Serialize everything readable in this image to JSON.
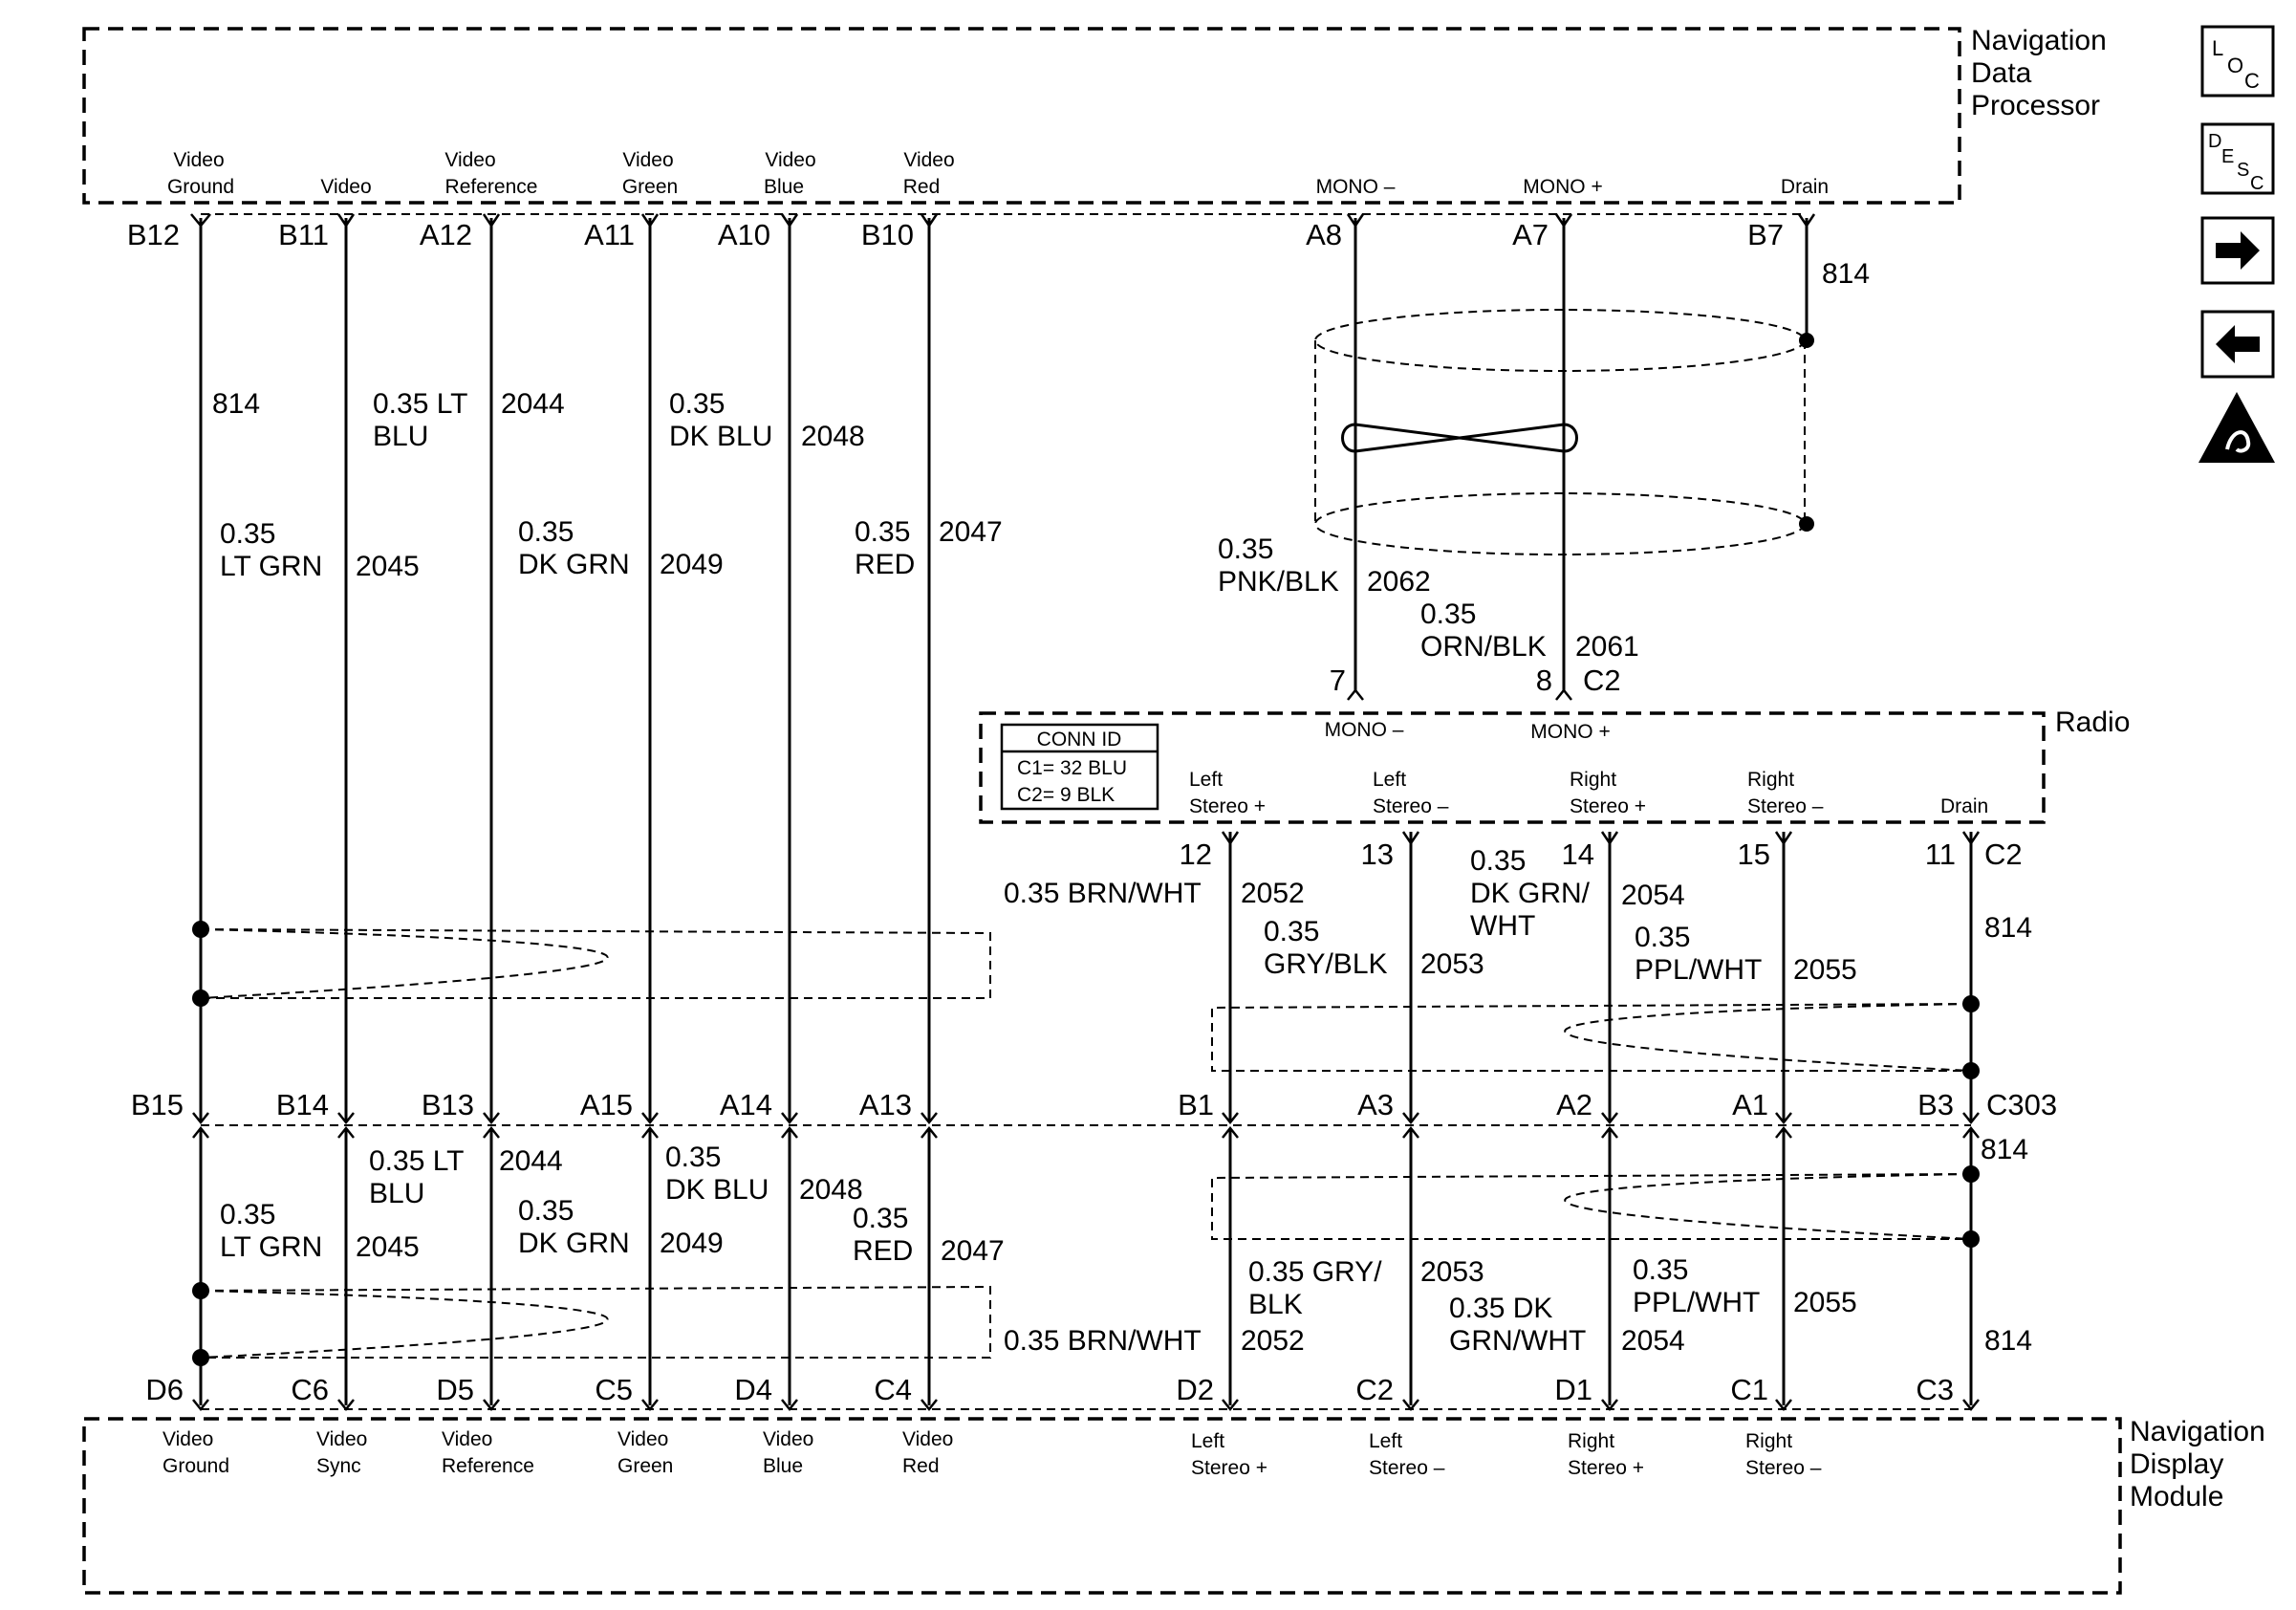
{
  "modules": {
    "ndp": [
      "Navigation",
      "Data",
      "Processor"
    ],
    "radio": "Radio",
    "ndm": [
      "Navigation",
      "Display",
      "Module"
    ]
  },
  "conn_id": {
    "title": "CONN ID",
    "c1": "C1= 32 BLU",
    "c2": "C2= 9 BLK"
  },
  "ndp_pins": {
    "video_ground": [
      "Video",
      "Ground"
    ],
    "video": [
      "Video"
    ],
    "video_reference": [
      "Video",
      "Reference"
    ],
    "video_green": [
      "Video",
      "Green"
    ],
    "video_blue": [
      "Video",
      "Blue"
    ],
    "video_red": [
      "Video",
      "Red"
    ],
    "mono_minus": [
      "MONO –"
    ],
    "mono_plus": [
      "MONO +"
    ],
    "drain": [
      "Drain"
    ]
  },
  "radio_pins": {
    "mono_minus": "MONO –",
    "mono_plus": "MONO +",
    "left_stereo_plus": [
      "Left",
      "Stereo +"
    ],
    "left_stereo_minus": [
      "Left",
      "Stereo –"
    ],
    "right_stereo_plus": [
      "Right",
      "Stereo +"
    ],
    "right_stereo_minus": [
      "Right",
      "Stereo –"
    ],
    "drain": [
      "Drain"
    ]
  },
  "ndm_pins": {
    "video_ground": [
      "Video",
      "Ground"
    ],
    "video_sync": [
      "Video",
      "Sync"
    ],
    "video_reference": [
      "Video",
      "Reference"
    ],
    "video_green": [
      "Video",
      "Green"
    ],
    "video_blue": [
      "Video",
      "Blue"
    ],
    "video_red": [
      "Video",
      "Red"
    ],
    "left_stereo_plus": [
      "Left",
      "Stereo +"
    ],
    "left_stereo_minus": [
      "Left",
      "Stereo –"
    ],
    "right_stereo_plus": [
      "Right",
      "Stereo +"
    ],
    "right_stereo_minus": [
      "Right",
      "Stereo –"
    ]
  },
  "terminals": {
    "top": [
      "B12",
      "B11",
      "A12",
      "A11",
      "A10",
      "B10",
      "A8",
      "A7",
      "B7"
    ],
    "c2_top": [
      "7",
      "8",
      "C2"
    ],
    "radio_bottom": [
      "12",
      "13",
      "14",
      "15",
      "11",
      "C2"
    ],
    "c303": [
      "B15",
      "B14",
      "B13",
      "A15",
      "A14",
      "A13",
      "B1",
      "A3",
      "A2",
      "A1",
      "B3",
      "C303"
    ],
    "bottom": [
      "D6",
      "C6",
      "D5",
      "C5",
      "D4",
      "C4",
      "D2",
      "C2",
      "D1",
      "C1",
      "C3"
    ]
  },
  "wires_upper": {
    "w814": "814",
    "blu_size": "0.35 LT",
    "blu_color": "BLU",
    "w2044": "2044",
    "dkblu_size": "0.35",
    "dkblu_color": "DK BLU",
    "w2048": "2048",
    "ltgrn_size": "0.35",
    "ltgrn_color": "LT GRN",
    "w2045": "2045",
    "dkgrn_size": "0.35",
    "dkgrn_color": "DK GRN",
    "w2049": "2049",
    "red_size": "0.35",
    "red_color": "RED",
    "w2047": "2047",
    "pnk_size": "0.35",
    "pnk_color": "PNK/BLK",
    "w2062": "2062",
    "orn_size": "0.35",
    "orn_color": "ORN/BLK",
    "w2061": "2061",
    "drain_814": "814"
  },
  "wires_radio": {
    "brn": "0.35 BRN/WHT",
    "w2052": "2052",
    "gry_size": "0.35",
    "gry_color": "GRY/BLK",
    "w2053": "2053",
    "dkgrn_size": "0.35",
    "dkgrn_color1": "DK GRN/",
    "dkgrn_color2": "WHT",
    "w2054": "2054",
    "ppl_size": "0.35",
    "ppl_color": "PPL/WHT",
    "w2055": "2055",
    "w814": "814"
  },
  "wires_lower": {
    "blu_size": "0.35 LT",
    "blu_color": "BLU",
    "w2044": "2044",
    "dkblu_size": "0.35",
    "dkblu_color": "DK BLU",
    "w2048": "2048",
    "ltgrn_size": "0.35",
    "ltgrn_color": "LT GRN",
    "w2045": "2045",
    "dkgrn_size": "0.35",
    "dkgrn_color": "DK GRN",
    "w2049": "2049",
    "red_size": "0.35",
    "red_color": "RED",
    "w2047": "2047",
    "w814a": "814",
    "gry1": "0.35 GRY/",
    "gry2": "BLK",
    "w2053": "2053",
    "dkgrn1": "0.35 DK",
    "dkgrn2": "GRN/WHT",
    "ppl_size": "0.35",
    "ppl_color": "PPL/WHT",
    "w2055": "2055",
    "brn": "0.35 BRN/WHT",
    "w2052": "2052",
    "w2054": "2054",
    "w814b": "814"
  },
  "sidebar": {
    "loc": [
      "L",
      "O",
      "C"
    ],
    "desc": [
      "D",
      "E",
      "S",
      "C"
    ]
  }
}
